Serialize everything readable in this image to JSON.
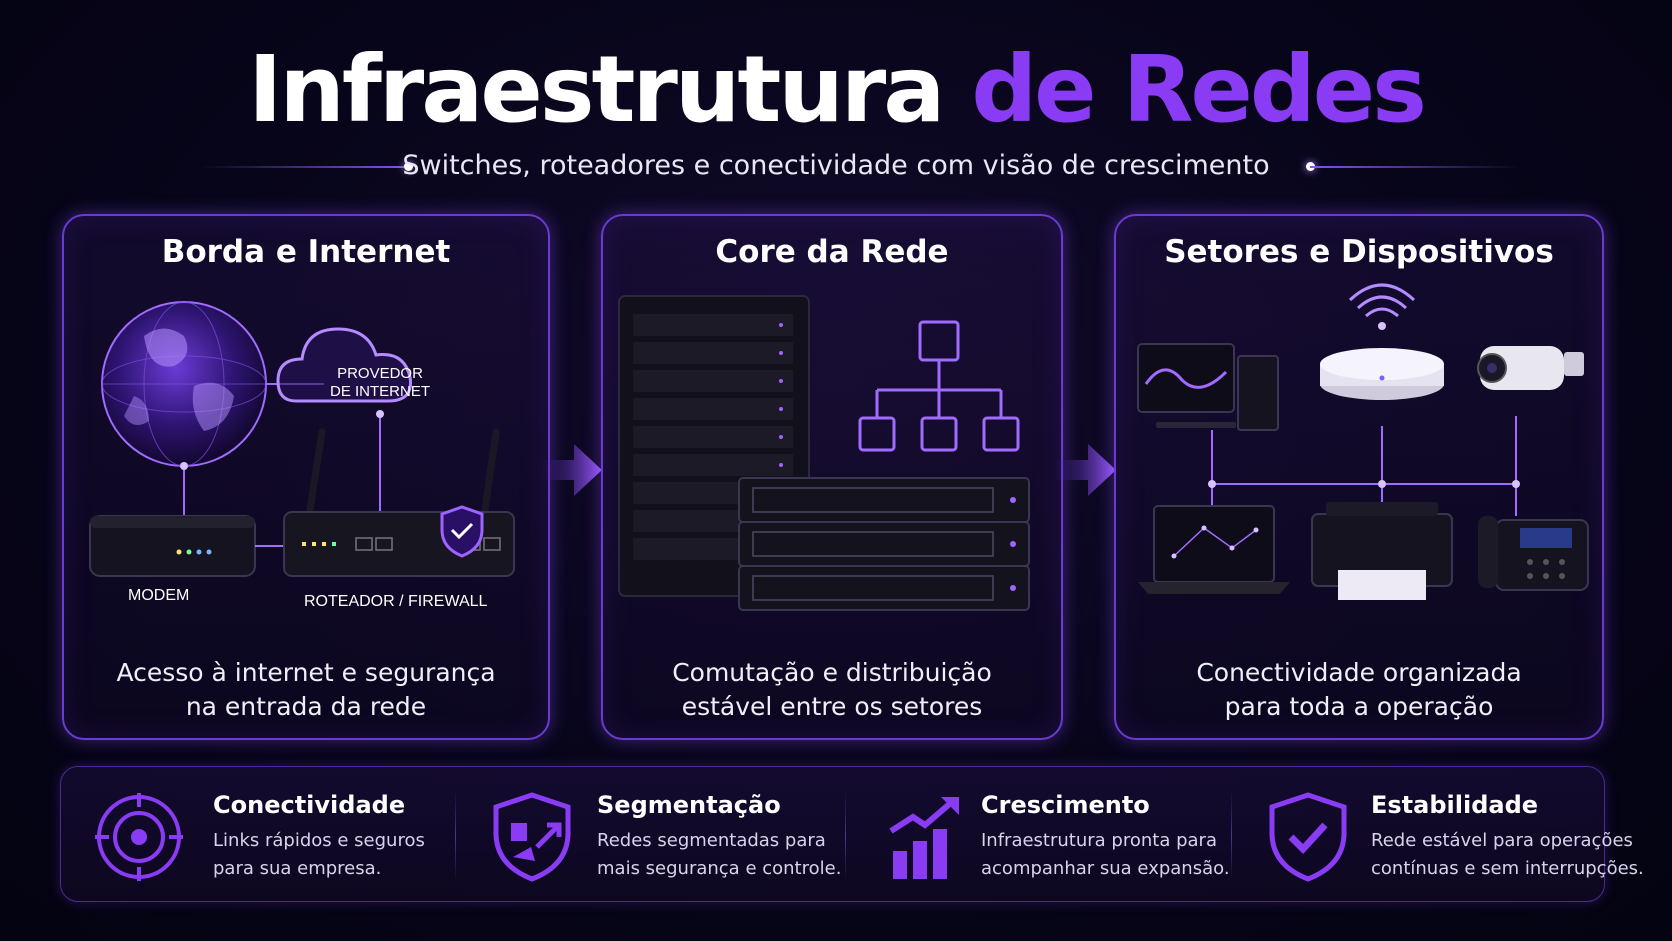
{
  "header": {
    "title_part1": "Infraestrutura",
    "title_part2": "de Redes",
    "subtitle": "Switches, roteadores e conectividade com visão de crescimento"
  },
  "panels": [
    {
      "title": "Borda e Internet",
      "labels": {
        "cloud_line1": "PROVEDOR",
        "cloud_line2": "DE INTERNET",
        "modem": "MODEM",
        "router": "ROTEADOR / FIREWALL"
      },
      "desc_line1": "Acesso à internet e segurança",
      "desc_line2": "na entrada da rede"
    },
    {
      "title": "Core da Rede",
      "desc_line1": "Comutação e distribuição",
      "desc_line2": "estável entre os setores"
    },
    {
      "title": "Setores e Dispositivos",
      "desc_line1": "Conectividade organizada",
      "desc_line2": "para toda a operação"
    }
  ],
  "features": [
    {
      "title": "Conectividade",
      "desc_line1": "Links rápidos e seguros",
      "desc_line2": "para sua empresa.",
      "icon": "network-target-icon"
    },
    {
      "title": "Segmentação",
      "desc_line1": "Redes segmentadas para",
      "desc_line2": "mais segurança e controle.",
      "icon": "segmented-shield-icon"
    },
    {
      "title": "Crescimento",
      "desc_line1": "Infraestrutura pronta para",
      "desc_line2": "acompanhar sua expansão.",
      "icon": "growth-chart-icon"
    },
    {
      "title": "Estabilidade",
      "desc_line1": "Rede estável para operações",
      "desc_line2": "contínuas e sem interrupções.",
      "icon": "shield-check-icon"
    }
  ],
  "colors": {
    "background": "#07051a",
    "accent_purple": "#8a3cf5",
    "panel_border": "#6a3bd1",
    "text": "#ffffff"
  }
}
